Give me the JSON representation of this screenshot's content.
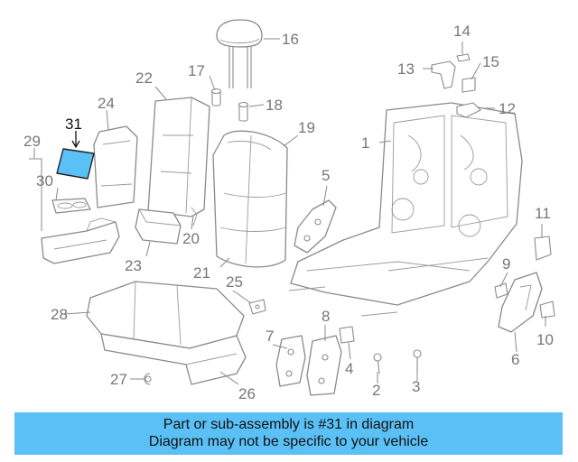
{
  "callouts": {
    "c1": "1",
    "c2": "2",
    "c3": "3",
    "c4": "4",
    "c5": "5",
    "c6": "6",
    "c7": "7",
    "c8": "8",
    "c9": "9",
    "c10": "10",
    "c11": "11",
    "c12": "12",
    "c13": "13",
    "c14": "14",
    "c15": "15",
    "c16": "16",
    "c17": "17",
    "c18": "18",
    "c19": "19",
    "c20": "20",
    "c21": "21",
    "c22": "22",
    "c23": "23",
    "c24": "24",
    "c25": "25",
    "c26": "26",
    "c27": "27",
    "c28": "28",
    "c29": "29",
    "c30": "30",
    "c31": "31"
  },
  "highlighted_part": "31",
  "highlight_color": "#5bc0f5",
  "banner": {
    "line1": "Part or sub-assembly is #31 in diagram",
    "line2": "Diagram may not be specific to your vehicle",
    "background": "#5bc0f5"
  }
}
